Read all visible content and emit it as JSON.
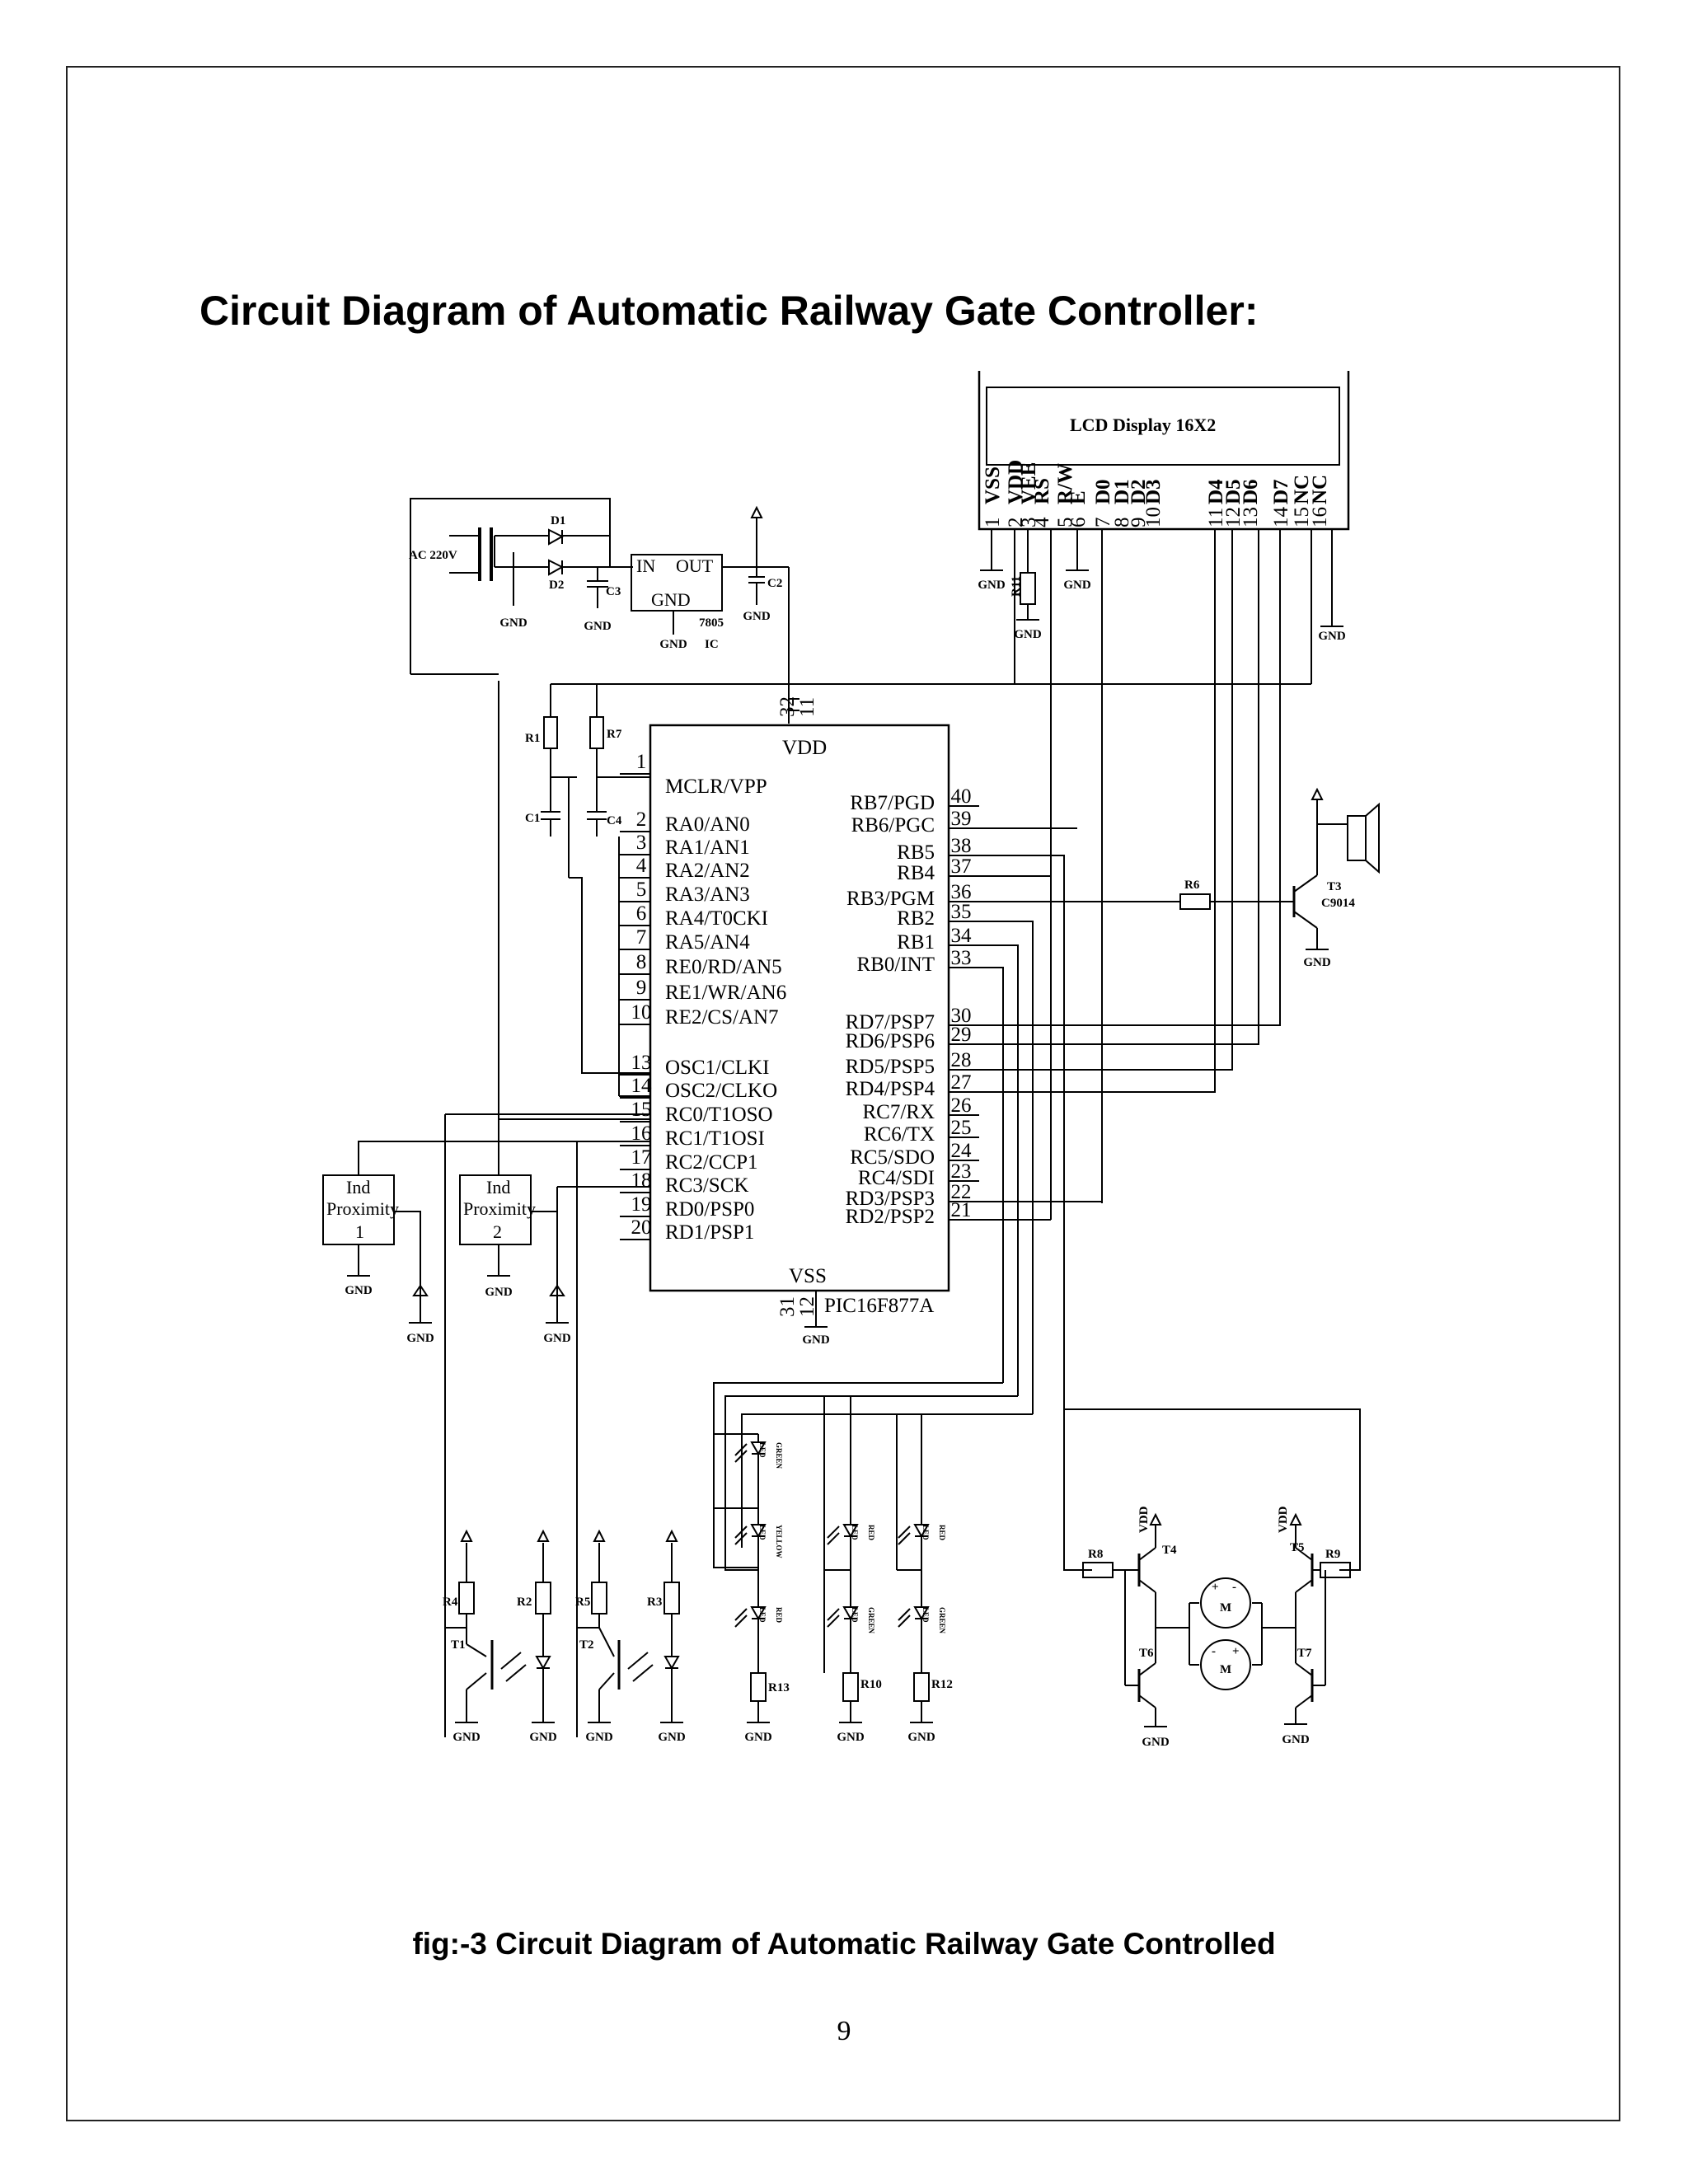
{
  "title": "Circuit Diagram of Automatic Railway Gate Controller:",
  "caption": "fig:-3 Circuit Diagram of Automatic Railway Gate Controlled",
  "page_number": "9",
  "lcd": {
    "label": "LCD Display 16X2",
    "pins": [
      {
        "num": "1",
        "name": "VSS"
      },
      {
        "num": "2",
        "name": "VDD"
      },
      {
        "num": "3",
        "name": "VEE"
      },
      {
        "num": "4",
        "name": "RS"
      },
      {
        "num": "5",
        "name": "R/W"
      },
      {
        "num": "6",
        "name": "E"
      },
      {
        "num": "7",
        "name": "D0"
      },
      {
        "num": "8",
        "name": "D1"
      },
      {
        "num": "9",
        "name": "D2"
      },
      {
        "num": "10",
        "name": "D3"
      },
      {
        "num": "11",
        "name": "D4"
      },
      {
        "num": "12",
        "name": "D5"
      },
      {
        "num": "13",
        "name": "D6"
      },
      {
        "num": "14",
        "name": "D7"
      },
      {
        "num": "15",
        "name": "NC"
      },
      {
        "num": "16",
        "name": "NC"
      }
    ]
  },
  "mcu": {
    "part": "PIC16F877A",
    "vdd": "VDD",
    "vss": "VSS",
    "vdd_pins": [
      "32",
      "11"
    ],
    "vss_pins": [
      "31",
      "12"
    ],
    "left_pins": [
      {
        "num": "1",
        "name": "MCLR/VPP"
      },
      {
        "num": "2",
        "name": "RA0/AN0"
      },
      {
        "num": "3",
        "name": "RA1/AN1"
      },
      {
        "num": "4",
        "name": "RA2/AN2"
      },
      {
        "num": "5",
        "name": "RA3/AN3"
      },
      {
        "num": "6",
        "name": "RA4/T0CKI"
      },
      {
        "num": "7",
        "name": "RA5/AN4"
      },
      {
        "num": "8",
        "name": "RE0/RD/AN5"
      },
      {
        "num": "9",
        "name": "RE1/WR/AN6"
      },
      {
        "num": "10",
        "name": "RE2/CS/AN7"
      },
      {
        "num": "13",
        "name": "OSC1/CLKI"
      },
      {
        "num": "14",
        "name": "OSC2/CLKO"
      },
      {
        "num": "15",
        "name": "RC0/T1OSO"
      },
      {
        "num": "16",
        "name": "RC1/T1OSI"
      },
      {
        "num": "17",
        "name": "RC2/CCP1"
      },
      {
        "num": "18",
        "name": "RC3/SCK"
      },
      {
        "num": "19",
        "name": "RD0/PSP0"
      },
      {
        "num": "20",
        "name": "RD1/PSP1"
      }
    ],
    "right_pins": [
      {
        "num": "40",
        "name": "RB7/PGD"
      },
      {
        "num": "39",
        "name": "RB6/PGC"
      },
      {
        "num": "38",
        "name": "RB5"
      },
      {
        "num": "37",
        "name": "RB4"
      },
      {
        "num": "36",
        "name": "RB3/PGM"
      },
      {
        "num": "35",
        "name": "RB2"
      },
      {
        "num": "34",
        "name": "RB1"
      },
      {
        "num": "33",
        "name": "RB0/INT"
      },
      {
        "num": "30",
        "name": "RD7/PSP7"
      },
      {
        "num": "29",
        "name": "RD6/PSP6"
      },
      {
        "num": "28",
        "name": "RD5/PSP5"
      },
      {
        "num": "27",
        "name": "RD4/PSP4"
      },
      {
        "num": "26",
        "name": "RC7/RX"
      },
      {
        "num": "25",
        "name": "RC6/TX"
      },
      {
        "num": "24",
        "name": "RC5/SDO"
      },
      {
        "num": "23",
        "name": "RC4/SDI"
      },
      {
        "num": "22",
        "name": "RD3/PSP3"
      },
      {
        "num": "21",
        "name": "RD2/PSP2"
      }
    ]
  },
  "power": {
    "ac": "AC 220V",
    "d1": "D1",
    "d2": "D2",
    "c3": "C3",
    "c2": "C2",
    "reg_in": "IN",
    "reg_out": "OUT",
    "reg_gnd": "GND",
    "reg_part": "7805",
    "reg_ic": "IC"
  },
  "gnd": "GND",
  "vdd_label": "VDD",
  "labels": {
    "r1": "R1",
    "r7": "R7",
    "c1": "C1",
    "c4": "C4",
    "r11": "R11",
    "r6": "R6",
    "t3": "T3",
    "t3_part": "C9014",
    "r2": "R2",
    "r3": "R3",
    "r4": "R4",
    "r5": "R5",
    "t1": "T1",
    "t2": "T2",
    "r8": "R8",
    "r9": "R9",
    "r10": "R10",
    "r12": "R12",
    "r13": "R13",
    "t4": "T4",
    "t5": "T5",
    "t6": "T6",
    "t7": "T7",
    "motor": "M"
  },
  "sensors": {
    "s1_line1": "Ind",
    "s1_line2": "Proximity",
    "s1_line3": "1",
    "s2_line1": "Ind",
    "s2_line2": "Proximity",
    "s2_line3": "2"
  },
  "leds": {
    "green": "GREEN",
    "yellow": "YELLOW",
    "red": "RED",
    "led": "LED"
  }
}
